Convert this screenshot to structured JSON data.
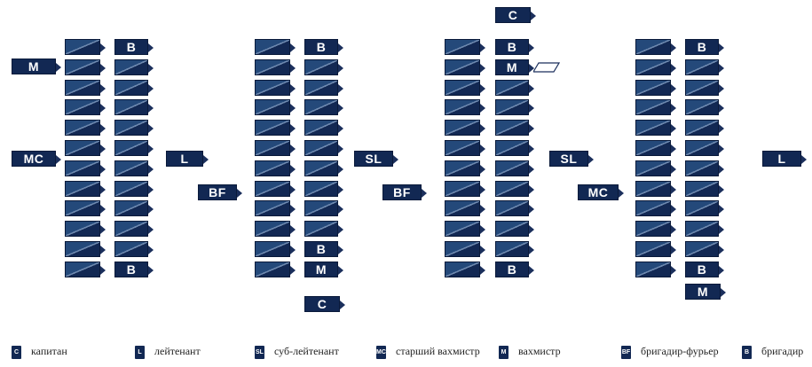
{
  "ranks": {
    "C": "C",
    "L": "L",
    "SL": "SL",
    "MC": "MC",
    "M": "M",
    "BF": "BF",
    "B": "B"
  },
  "legend": [
    {
      "code": "C",
      "label": "капитан"
    },
    {
      "code": "L",
      "label": "лейтенант"
    },
    {
      "code": "SL",
      "label": "суб-лейтенант"
    },
    {
      "code": "MC",
      "label": "старший вахмистр"
    },
    {
      "code": "M",
      "label": "вахмистр"
    },
    {
      "code": "BF",
      "label": "бригадир-фурьер"
    },
    {
      "code": "B",
      "label": "бригадир"
    }
  ],
  "colors": {
    "flag_fill": "#122853",
    "flag_light": "#24497a",
    "text": "#ffffff"
  }
}
